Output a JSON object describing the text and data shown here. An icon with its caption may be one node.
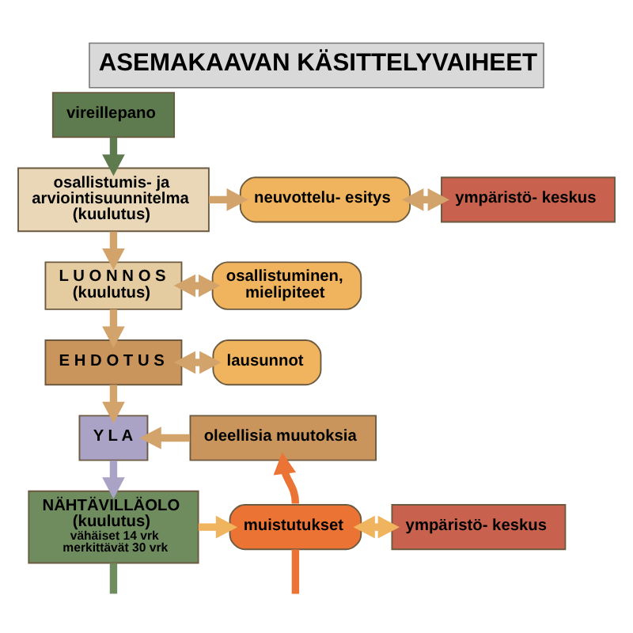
{
  "diagram": {
    "title": "ASEMAKAAVAN KÄSITTELYVAIHEET",
    "nodes": [
      {
        "text": [
          "vireillepano"
        ]
      },
      {
        "text": [
          "osallistumis- ja arviointisuunnitelma (kuulutus)"
        ]
      },
      {
        "text": [
          "neuvottelu- esitys"
        ]
      },
      {
        "text": [
          "ympäristö- keskus"
        ]
      },
      {
        "text": [
          "L U O N N O S",
          "(kuulutus)"
        ]
      },
      {
        "text": [
          "osallistuminen, mielipiteet"
        ]
      },
      {
        "text": [
          "E H D O T U S"
        ]
      },
      {
        "text": [
          "lausunnot"
        ]
      },
      {
        "text": [
          "Y L A"
        ]
      },
      {
        "text": [
          "oleellisia muutoksia"
        ]
      },
      {
        "text": [
          "NÄHTÄVILLÄOLO",
          "(kuulutus)",
          "vähäiset 14 vrk merkittävät 30 vrk"
        ]
      },
      {
        "text": [
          "muistutukset"
        ]
      },
      {
        "text": [
          "ympäristö- keskus"
        ]
      }
    ],
    "edges": [
      {
        "from": 0,
        "to": 1,
        "arrow": "to",
        "color": "#5e7b4f"
      },
      {
        "from": 1,
        "to": 2,
        "arrow": "to"
      },
      {
        "from": 2,
        "to": 3,
        "arrow": "both"
      },
      {
        "from": 1,
        "to": 4,
        "arrow": "to"
      },
      {
        "from": 4,
        "to": 5,
        "arrow": "both"
      },
      {
        "from": 4,
        "to": 6,
        "arrow": "to"
      },
      {
        "from": 6,
        "to": 7,
        "arrow": "both"
      },
      {
        "from": 6,
        "to": 8,
        "arrow": "to"
      },
      {
        "from": 9,
        "to": 8,
        "arrow": "to"
      },
      {
        "from": 8,
        "to": 10,
        "arrow": "to",
        "color": "#aaa3c6"
      },
      {
        "from": 10,
        "to": 11,
        "arrow": "to",
        "color": "#f0b35e"
      },
      {
        "from": 11,
        "to": 9,
        "arrow": "to",
        "color": "#eb7434"
      },
      {
        "from": 11,
        "to": 12,
        "arrow": "both",
        "color": "#f0b35e"
      },
      {
        "from": 10,
        "to": null,
        "arrow": "none",
        "color": "#6f8c5f"
      },
      {
        "from": 11,
        "to": null,
        "arrow": "none",
        "color": "#eb7434"
      }
    ]
  }
}
